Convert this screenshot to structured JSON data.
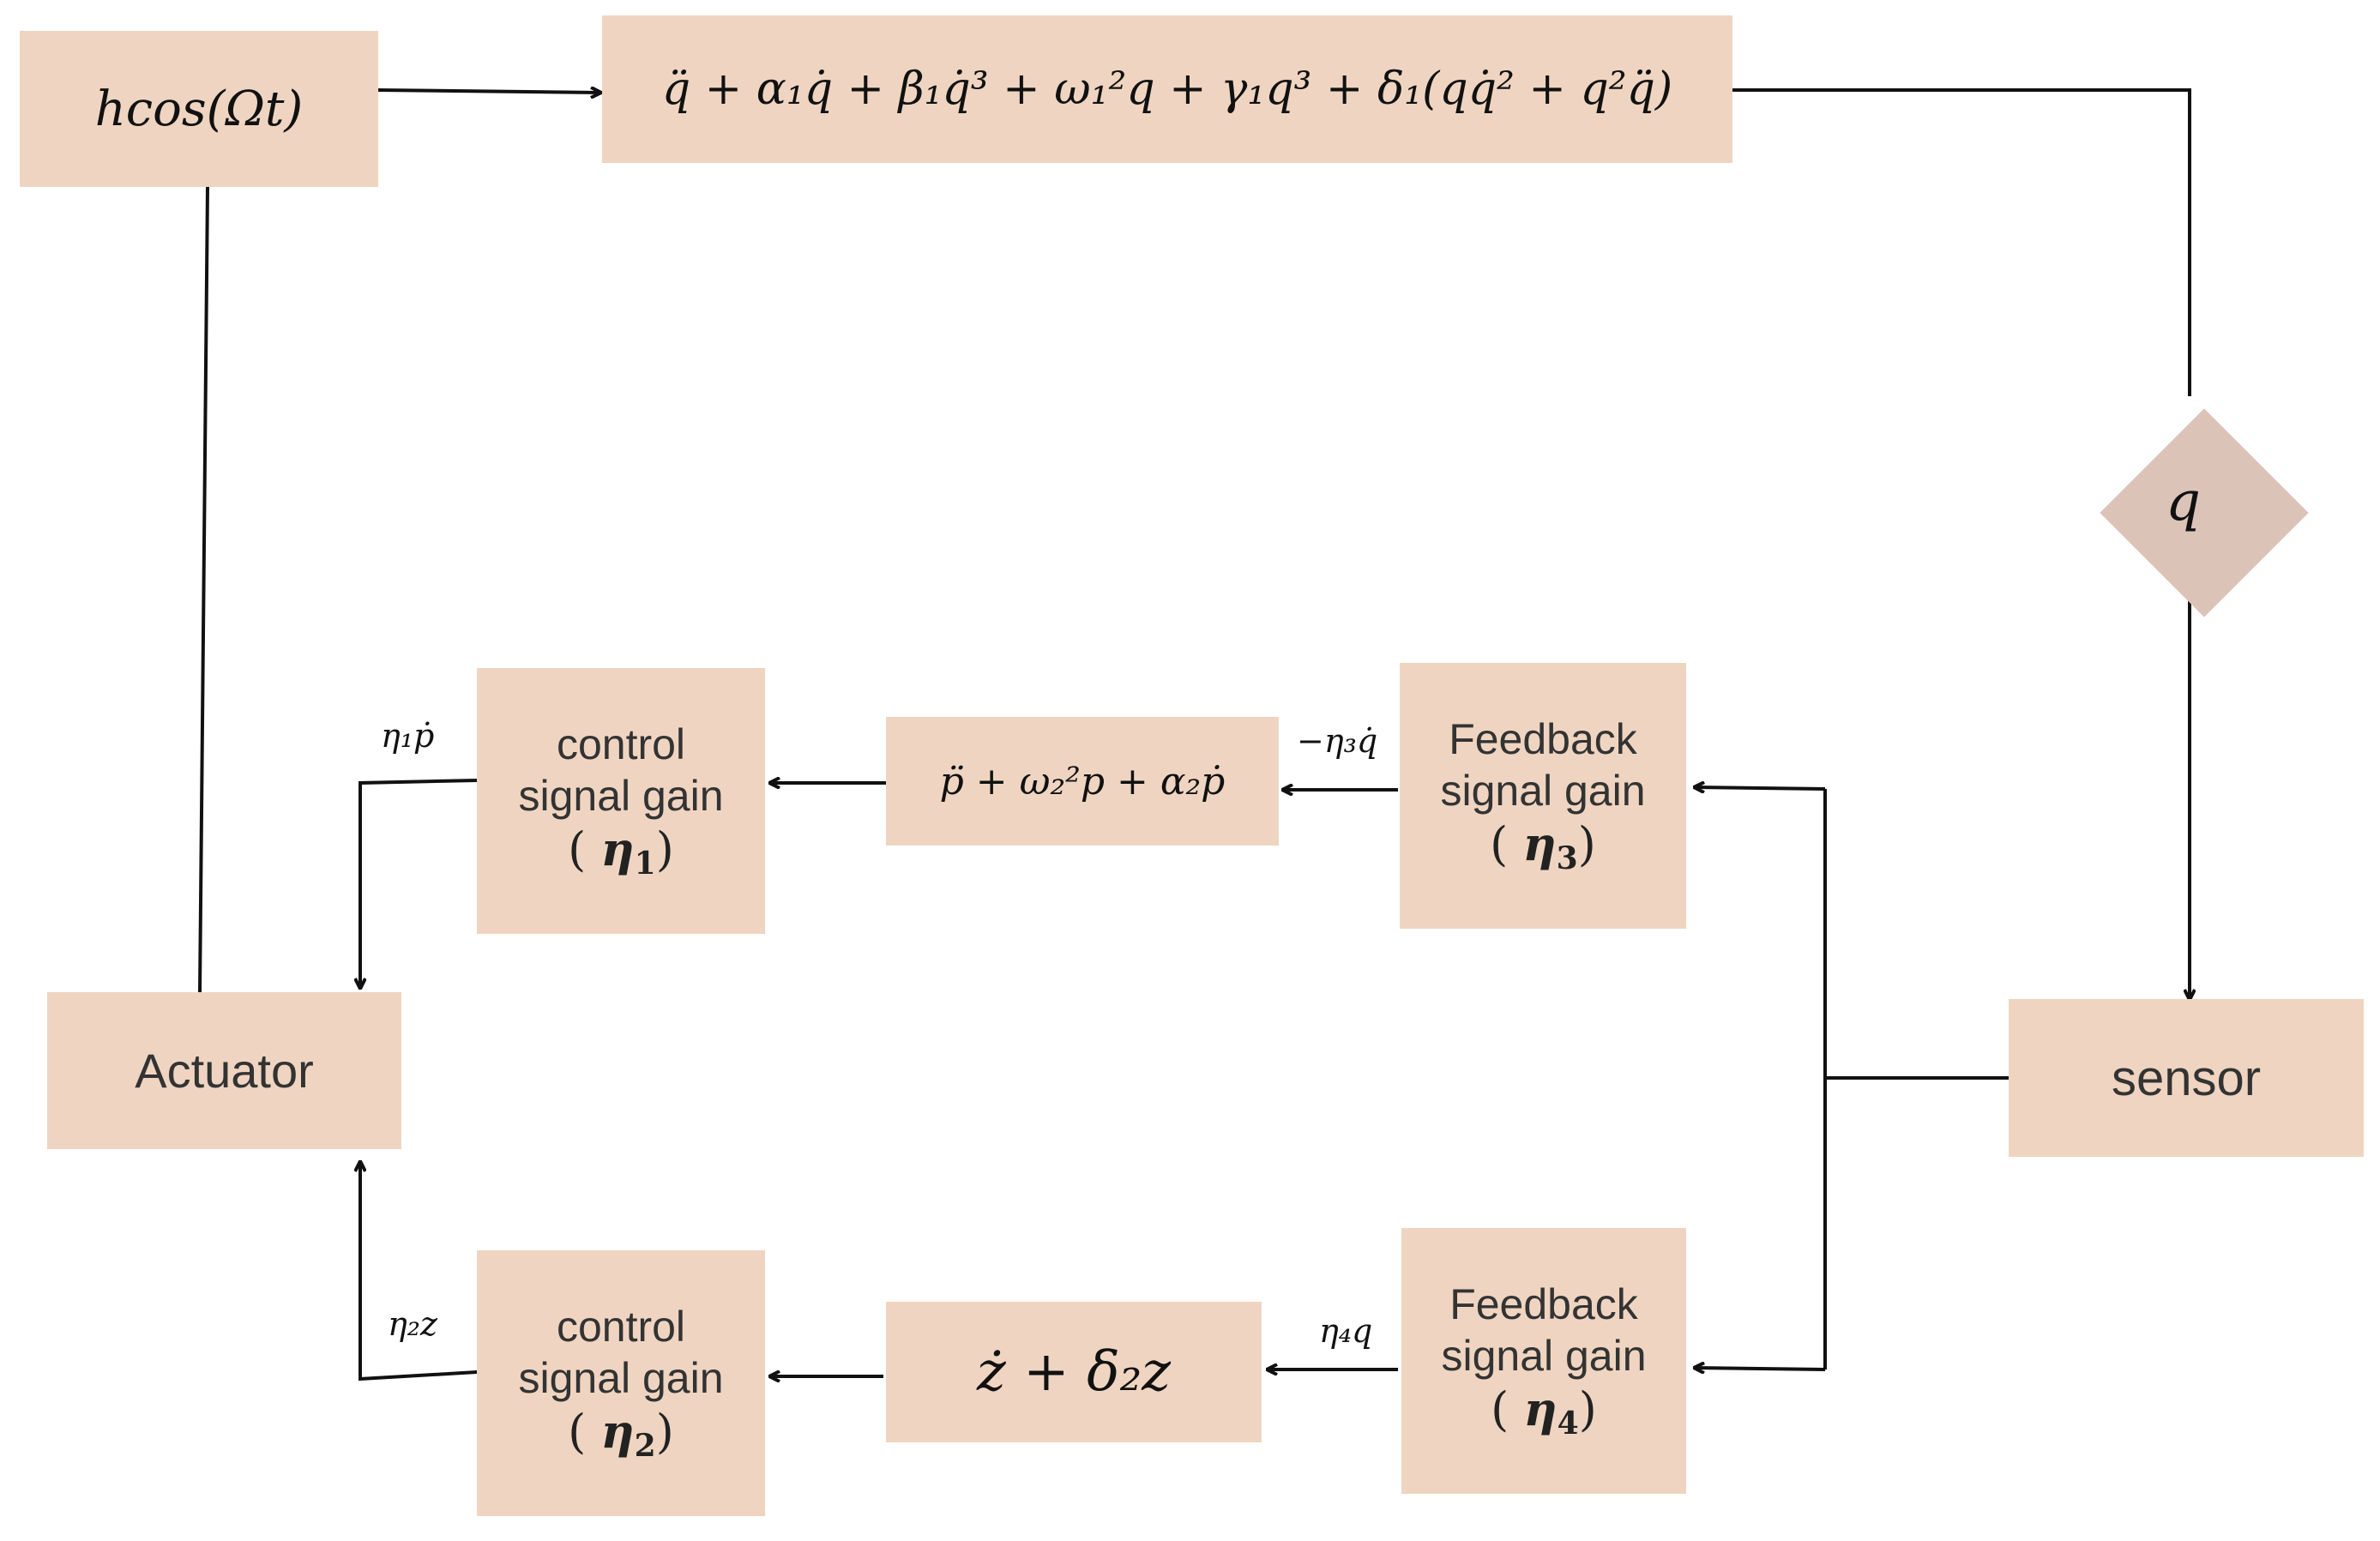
{
  "input": {
    "text": "hcos(Ωt)"
  },
  "plant": {
    "text": "q̈ + α₁q̇ + β₁q̇³ + ω₁²q + γ₁q³ + δ₁(qq̇² + q²q̈)"
  },
  "measured": {
    "text": "q"
  },
  "sensor": {
    "label": "sensor"
  },
  "actuator": {
    "label": "Actuator"
  },
  "feedback_gain_3": {
    "line1": "Feedback",
    "line2": "signal gain",
    "sym": "η",
    "sub": "3"
  },
  "feedback_gain_4": {
    "line1": "Feedback",
    "line2": "signal gain",
    "sym": "η",
    "sub": "4"
  },
  "control_gain_1": {
    "line1": "control",
    "line2": "signal gain",
    "sym": "η",
    "sub": "1"
  },
  "control_gain_2": {
    "line1": "control",
    "line2": "signal gain",
    "sym": "η",
    "sub": "2"
  },
  "controller_p": {
    "text": "p̈ + ω₂²p + α₂ṗ"
  },
  "controller_z": {
    "text": "ż + δ₂z"
  },
  "signals": {
    "neg_eta3_qdot": "−η₃q̇",
    "eta4_q": "η₄q",
    "eta1_pdot": "η₁ṗ",
    "eta2_z": "η₂z"
  },
  "colors": {
    "box_fill": "#efd5c1",
    "diamond_fill": "#dcc3b8",
    "line": "#111111"
  }
}
